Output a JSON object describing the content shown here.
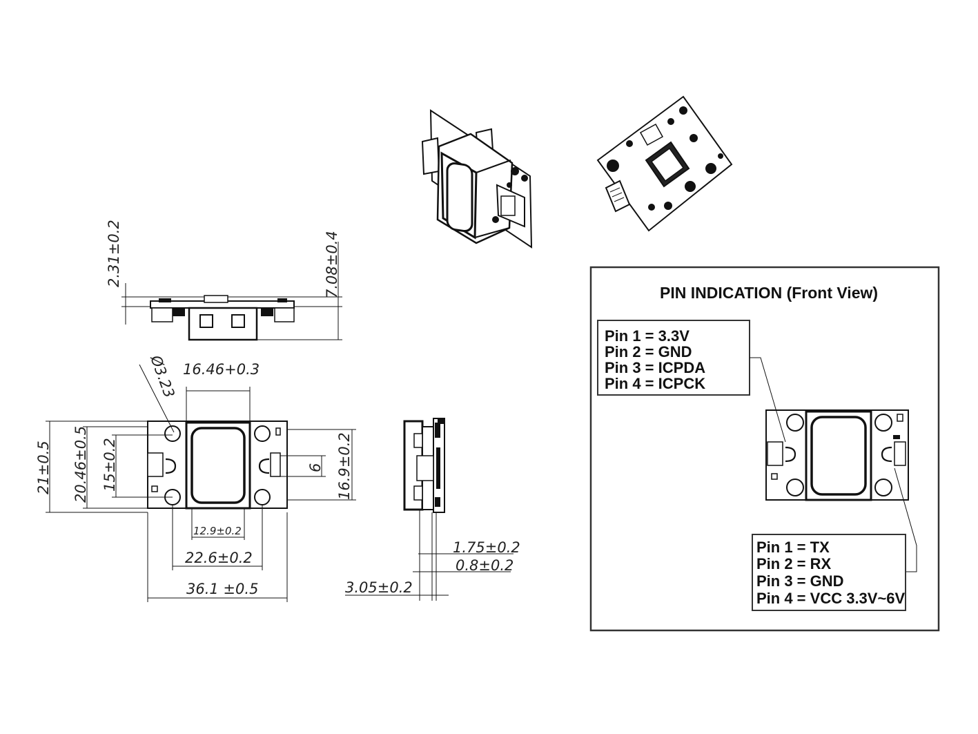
{
  "dimensions": {
    "side_height": "2.31±0.2",
    "total_height": "7.08±0.4",
    "hole_diameter": "Ø3.23",
    "window_width": "16.46+0.3",
    "board_height": "21±0.5",
    "board_height_inner": "20.46±0.5",
    "hole_spacing_v": "15±0.2",
    "window_height": "16.9±0.2",
    "connector_pitch": "6",
    "window_inner_width": "12.9±0.2",
    "hole_spacing_h": "22.6±0.2",
    "board_width": "36.1  ±0.5",
    "pcb_thickness_a": "1.75±0.2",
    "pcb_thickness_b": "0.8±0.2",
    "sensor_depth": "3.05±0.2"
  },
  "pin_panel": {
    "title": "PIN INDICATION (Front View)",
    "left_connector": [
      "Pin 1 = 3.3V",
      "Pin 2 = GND",
      "Pin 3 = ICPDA",
      "Pin 4 = ICPCK"
    ],
    "right_connector": [
      "Pin 1 = TX",
      "Pin 2 = RX",
      "Pin 3 = GND",
      "Pin 4 = VCC 3.3V~6V"
    ]
  }
}
